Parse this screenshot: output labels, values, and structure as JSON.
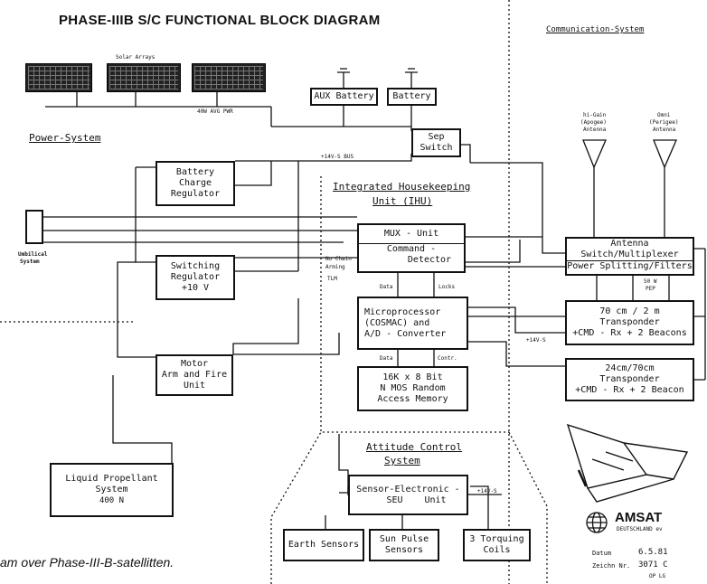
{
  "title": "PHASE-IIIB S/C   FUNCTIONAL  BLOCK  DIAGRAM",
  "sections": {
    "power": "Power-System",
    "communication": "Communication-System",
    "ihu": [
      "Integrated  Housekeeping",
      "Unit (IHU)"
    ],
    "attitude": [
      "Attitude  Control",
      "System"
    ]
  },
  "labels": {
    "solar_arrays": "Solar Arrays",
    "bus_top": "40W AVG PWR",
    "bus_14v": "+14V-S  BUS",
    "umbilical": [
      "Umbilical",
      "System"
    ],
    "no_chain": [
      "No Chain",
      "Arming",
      "TLM"
    ],
    "data1": "Data",
    "locks": "Locks",
    "data2": "Data",
    "contr": "Contr.",
    "v14_mid": "+14V-S",
    "v14_seu": "+14V-S",
    "pep": [
      "50 W",
      "PEP"
    ],
    "antenna1": [
      "hi-Gain",
      "(Apogee)",
      "Antenna"
    ],
    "antenna2": [
      "Omni",
      "(Perigee)",
      "Antenna"
    ],
    "caption": "am over Phase-III-B-satellitten."
  },
  "blocks": {
    "aux_battery": [
      "AUX Battery"
    ],
    "battery": [
      "Battery"
    ],
    "sep_switch": [
      "Sep",
      "Switch"
    ],
    "bcr": [
      "Battery",
      "Charge",
      "Regulator"
    ],
    "switching_regulator": [
      "Switching",
      "Regulator",
      "+10 V"
    ],
    "mux_unit": "MUX - Unit",
    "command_detector": [
      "Command -",
      "Detector"
    ],
    "microprocessor": [
      "Microprocessor",
      "(COSMAC)  and",
      "A/D - Converter"
    ],
    "memory": [
      "16K  x  8 Bit",
      "N MOS  Random",
      "Access  Memory"
    ],
    "motor": [
      "Motor",
      "Arm and Fire",
      "Unit"
    ],
    "propellant": [
      "Liquid  Propellant",
      "System",
      "400 N"
    ],
    "antenna_switch": [
      "Antenna",
      "Switch/Multiplexer",
      "Power Splitting/Filters"
    ],
    "transponder1": [
      "70 cm / 2 m",
      "Transponder",
      "+CMD - Rx + 2 Beacons"
    ],
    "transponder2": [
      "24cm/70cm",
      "Transponder",
      "+CMD - Rx + 2 Beacon"
    ],
    "seu": [
      "Sensor-Electronic -",
      "SEU",
      "Unit"
    ],
    "earth_sensors": "Earth Sensors",
    "sun_pulse": [
      "Sun Pulse",
      "Sensors"
    ],
    "torquing": [
      "3 Torquing",
      "Coils"
    ]
  },
  "logo": {
    "name": "AMSAT",
    "sub": "DEUTSCHLAND ev",
    "datum_label": "Datum",
    "datum_value": "6.5.81",
    "zeichn_label": "Zeichn Nr.",
    "zeichn_value": "3071 C",
    "initials": "OP LG"
  }
}
